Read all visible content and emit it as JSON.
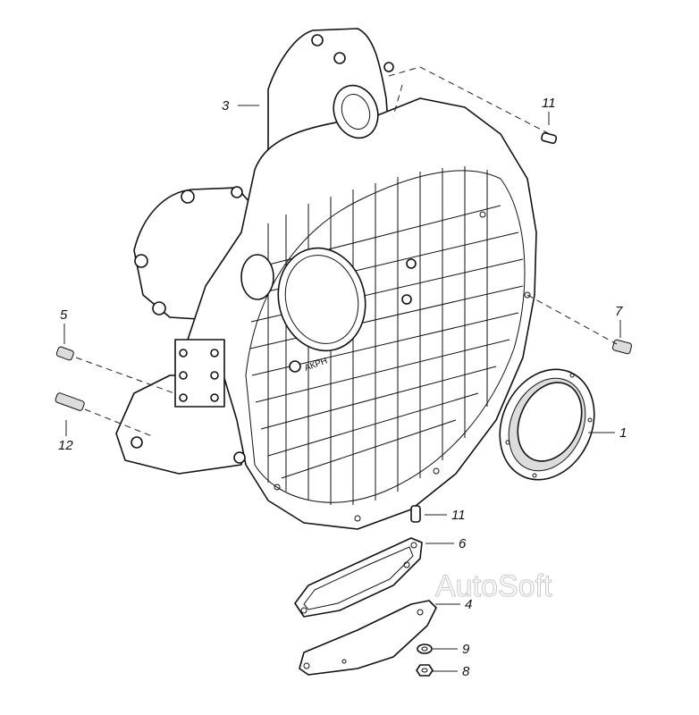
{
  "callouts": {
    "c1": "1",
    "c3": "3",
    "c4": "4",
    "c5": "5",
    "c6": "6",
    "c7": "7",
    "c8": "8",
    "c9": "9",
    "c11_top": "11",
    "c11_bottom": "11",
    "c12": "12"
  },
  "casting_mark": "АКРН",
  "watermark": "AutoSoft",
  "colors": {
    "line": "#111111",
    "watermark": "#c8c8c8",
    "background": "#ffffff"
  }
}
